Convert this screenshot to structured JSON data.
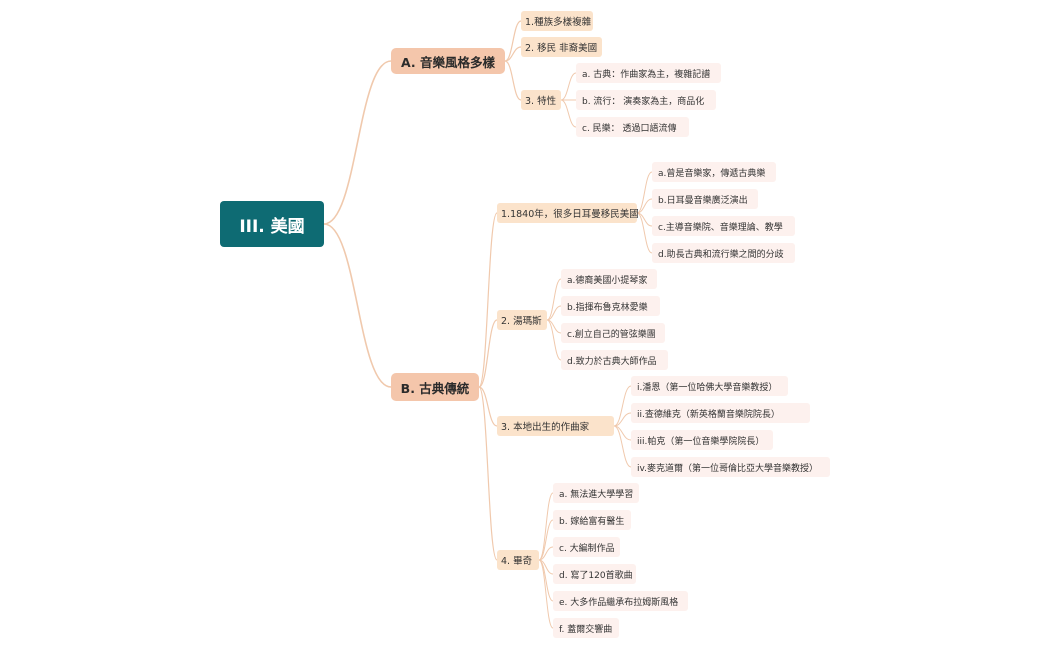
{
  "root": {
    "label": "III. 美國"
  },
  "branch_a": {
    "label": "A. 音樂風格多樣",
    "items": [
      {
        "label": "1.種族多樣複雜"
      },
      {
        "label": "2. 移民 非裔美國"
      },
      {
        "label": "3. 特性",
        "children": [
          {
            "label": "a. 古典：作曲家為主，複雜記譜"
          },
          {
            "label": "b. 流行： 演奏家為主，商品化"
          },
          {
            "label": "c. 民樂： 透過口語流傳"
          }
        ]
      }
    ]
  },
  "branch_b": {
    "label": "B. 古典傳統",
    "items": [
      {
        "label": "1.1840年，很多日耳曼移民美國",
        "children": [
          {
            "label": "a.曾是音樂家，傳遞古典樂"
          },
          {
            "label": "b.日耳曼音樂廣泛演出"
          },
          {
            "label": "c.主導音樂院、音樂理論、教學"
          },
          {
            "label": "d.助長古典和流行樂之間的分歧"
          }
        ]
      },
      {
        "label": "2. 湯瑪斯",
        "children": [
          {
            "label": "a.德裔美國小提琴家"
          },
          {
            "label": "b.指揮布魯克林愛樂"
          },
          {
            "label": "c.創立自己的管弦樂團"
          },
          {
            "label": "d.致力於古典大師作品"
          }
        ]
      },
      {
        "label": "3. 本地出生的作曲家",
        "children": [
          {
            "label": "i.潘恩（第一位哈佛大學音樂教授）"
          },
          {
            "label": "ii.查德維克（新英格蘭音樂院院長）"
          },
          {
            "label": "iii.帕克（第一位音樂學院院長）"
          },
          {
            "label": "iv.麥克道爾（第一位哥倫比亞大學音樂教授）"
          }
        ]
      },
      {
        "label": "4. 畢奇",
        "children": [
          {
            "label": "a. 無法進大學學習"
          },
          {
            "label": "b. 嫁給富有醫生"
          },
          {
            "label": "c. 大編制作品"
          },
          {
            "label": "d. 寫了120首歌曲"
          },
          {
            "label": "e. 大多作品繼承布拉姆斯風格"
          },
          {
            "label": "f. 蓋爾交響曲"
          }
        ]
      }
    ]
  },
  "colors": {
    "root": "#0e6b73",
    "level1": "#f4c6ab",
    "level2": "#fbe3cb",
    "level3": "#fdf1ee",
    "link": "#f0c9ad"
  }
}
